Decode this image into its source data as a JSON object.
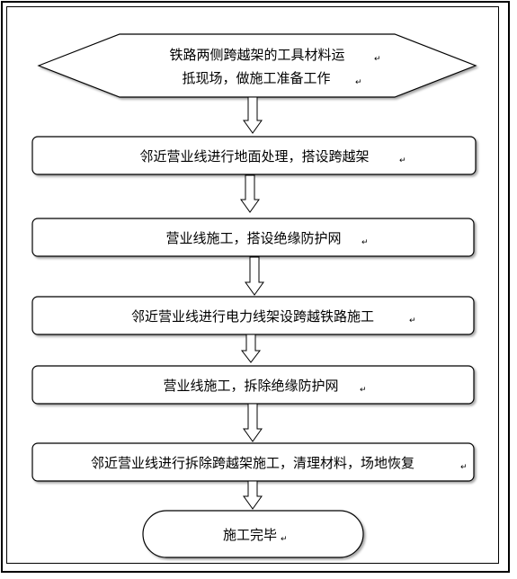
{
  "flowchart": {
    "steps": [
      {
        "text": "铁路两侧跨越架的工具材料运"
      },
      {
        "text": "抵现场，做施工准备工作"
      },
      {
        "text": "邻近营业线进行地面处理，搭设跨越架"
      },
      {
        "text": "营业线施工，搭设绝缘防护网"
      },
      {
        "text": "邻近营业线进行电力线架设跨越铁路施工"
      },
      {
        "text": "营业线施工，拆除绝缘防护网"
      },
      {
        "text": "邻近营业线进行拆除跨越架施工，清理材料，场地恢复"
      },
      {
        "text": "施工完毕"
      }
    ],
    "para_mark": "↵"
  }
}
